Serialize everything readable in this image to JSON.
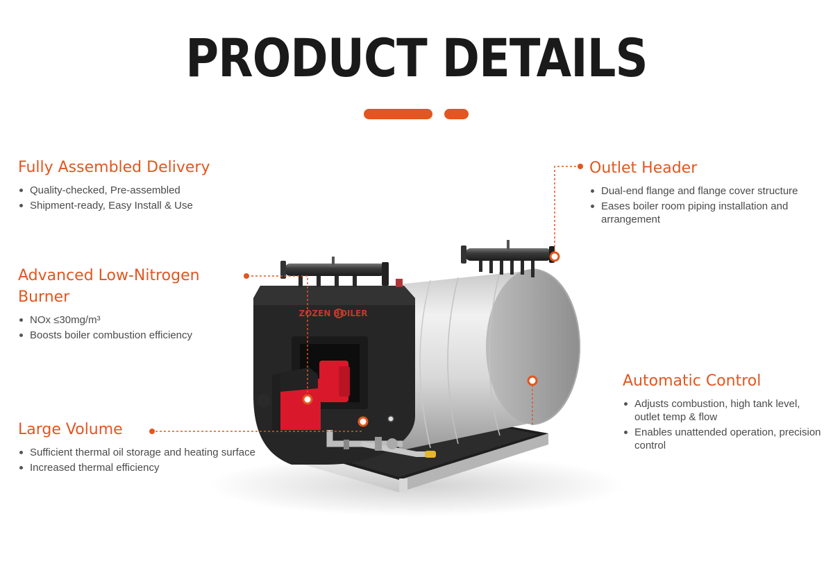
{
  "header": {
    "title": "PRODUCT DETAILS"
  },
  "colors": {
    "accent": "#e2561f",
    "title": "#1a1a1a",
    "tank_silver": "#d9d9d9",
    "front_panel": "#2b2b2b",
    "burner_red": "#d9192b"
  },
  "boiler": {
    "brand_label": "ZOZEN BOILER"
  },
  "features": {
    "assembled": {
      "title": "Fully Assembled Delivery",
      "bullets": [
        "Quality-checked, Pre-assembled",
        "Shipment-ready, Easy Install & Use"
      ]
    },
    "burner": {
      "title": "Advanced Low-Nitrogen Burner",
      "bullets": [
        "NOx ≤30mg/m³",
        "Boosts boiler combustion efficiency"
      ]
    },
    "volume": {
      "title": "Large Volume",
      "bullets": [
        "Sufficient thermal oil storage and heating surface",
        "Increased thermal efficiency"
      ]
    },
    "outlet": {
      "title": "Outlet Header",
      "bullets": [
        "Dual-end flange and flange cover structure",
        "Eases boiler room piping installation and arrangement"
      ]
    },
    "control": {
      "title": "Automatic Control",
      "bullets": [
        "Adjusts combustion, high tank level, outlet temp & flow",
        "Enables unattended operation, precision control"
      ]
    }
  }
}
